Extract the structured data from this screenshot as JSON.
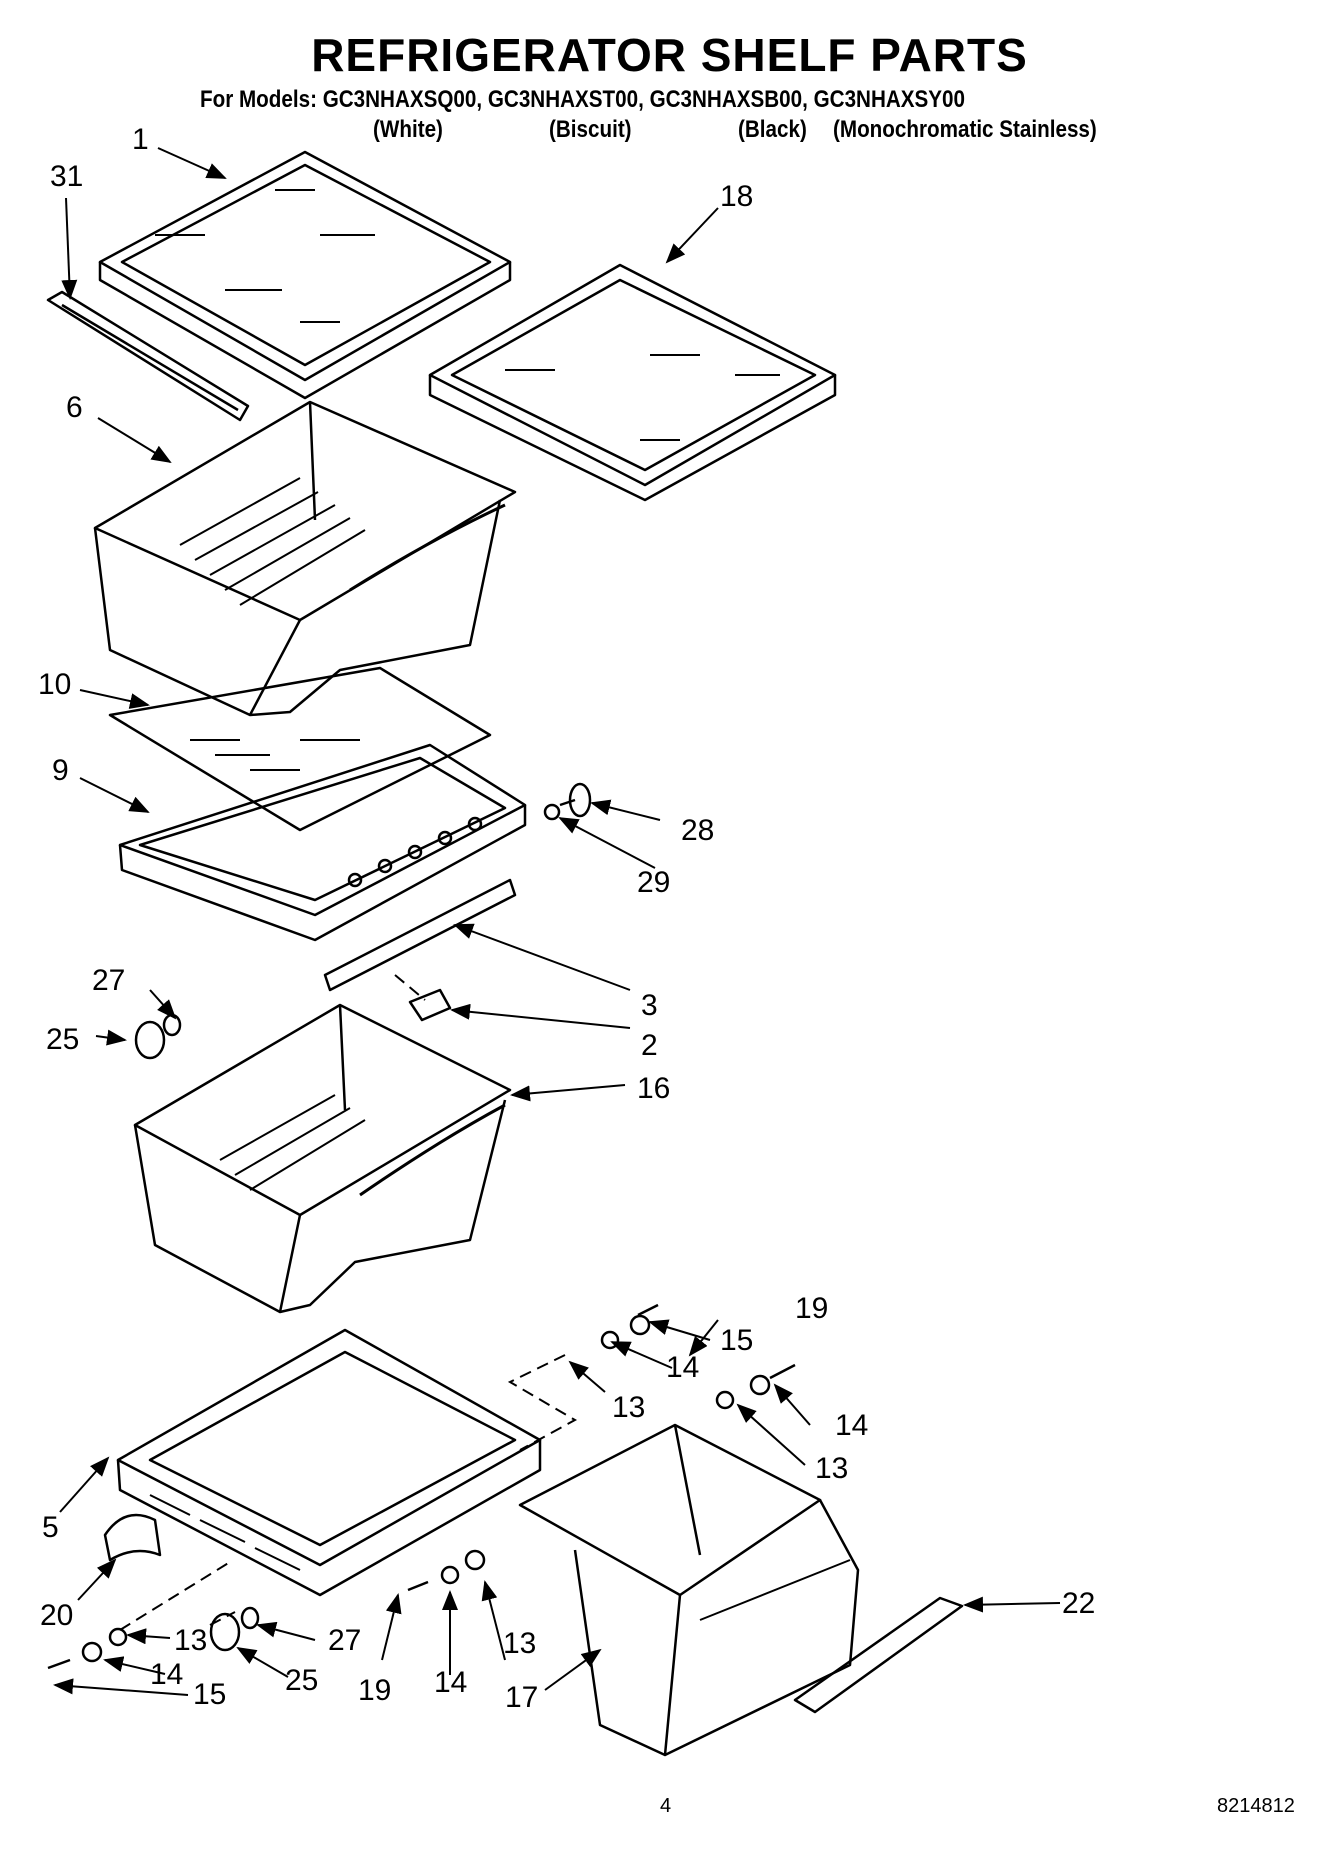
{
  "header": {
    "title": "REFRIGERATOR SHELF PARTS",
    "models_line": "For Models: GC3NHAXSQ00, GC3NHAXST00, GC3NHAXSB00, GC3NHAXSY00",
    "variants": [
      "(White)",
      "(Biscuit)",
      "(Black)",
      "(Monochromatic Stainless)"
    ]
  },
  "callouts": {
    "c1": "1",
    "c31": "31",
    "c18": "18",
    "c6": "6",
    "c10": "10",
    "c9": "9",
    "c28": "28",
    "c29": "29",
    "c27a": "27",
    "c25a": "25",
    "c3": "3",
    "c2": "2",
    "c16": "16",
    "c19a": "19",
    "c15a": "15",
    "c14a": "14",
    "c13a": "13",
    "c14b": "14",
    "c13b": "13",
    "c5": "5",
    "c20": "20",
    "c22": "22",
    "c13c": "13",
    "c27b": "27",
    "c14c": "14",
    "c25b": "25",
    "c15b": "15",
    "c19b": "19",
    "c14d": "14",
    "c13d": "13",
    "c17": "17"
  },
  "footer": {
    "page_number": "4",
    "doc_number": "8214812"
  }
}
